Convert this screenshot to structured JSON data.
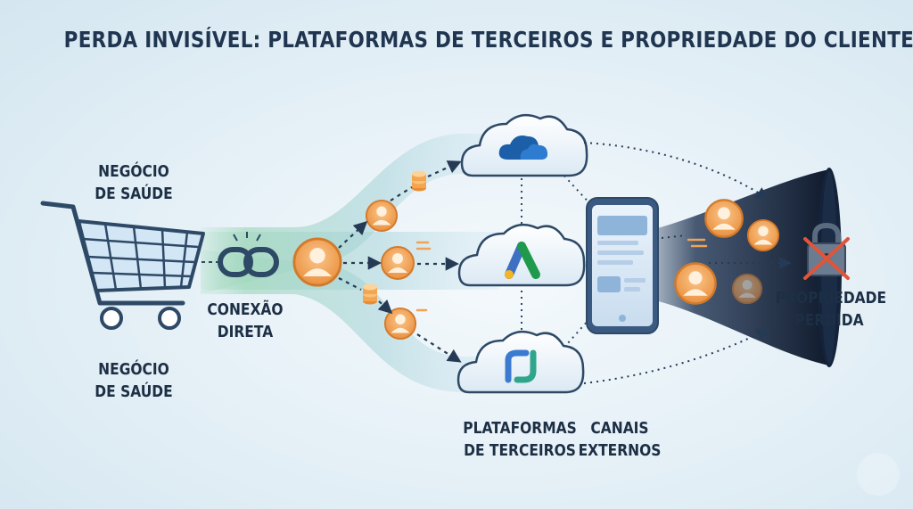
{
  "title": "PERDA INVISÍVEL: PLATAFORMAS DE TERCEIROS E PROPRIEDADE DO CLIENTE",
  "labels": {
    "business_top": [
      "NEGÓCIO",
      "DE SAÚDE"
    ],
    "business_bottom": [
      "NEGÓCIO",
      "DE SAÚDE"
    ],
    "connection": [
      "CONEXÃO",
      "DIRETA"
    ],
    "platforms": [
      "PLATAFORMAS",
      "DE TERCEIROS"
    ],
    "channels": [
      "CANAIS",
      "EXTERNOS"
    ],
    "lost": [
      "PROPRIEDADE",
      "PERDIDA"
    ]
  },
  "icons": [
    "shopping-cart-icon",
    "broken-chain-icon",
    "person-icon",
    "coin-stack-icon",
    "cloud-icon",
    "onedrive-logo-icon",
    "ads-logo-icon",
    "platform-logo-icon",
    "smartphone-icon",
    "funnel-icon",
    "padlock-icon",
    "cross-icon"
  ],
  "colors": {
    "title": "#1f3550",
    "accent_orange": "#f0a256",
    "stream_green": "#9fd3c0",
    "stream_blue": "#b8d9ea",
    "funnel_dark": "#16243a",
    "cross_red": "#e0553a"
  }
}
